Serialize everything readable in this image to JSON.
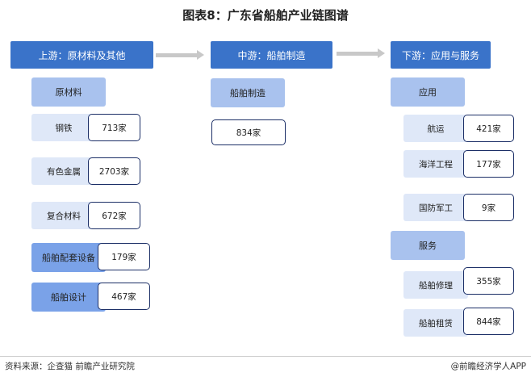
{
  "title": "图表8：广东省船舶产业链图谱",
  "upstream": {
    "header": "上游：原材料及其他",
    "groups": [
      {
        "label": "原材料"
      }
    ],
    "items": [
      {
        "label": "钢铁",
        "count": "713家"
      },
      {
        "label": "有色金属",
        "count": "2703家"
      },
      {
        "label": "复合材料",
        "count": "672家"
      },
      {
        "label": "船舶配套设备",
        "count": "179家"
      },
      {
        "label": "船舶设计",
        "count": "467家"
      }
    ]
  },
  "midstream": {
    "header": "中游：船舶制造",
    "group": "船舶制造",
    "count": "834家"
  },
  "downstream": {
    "header": "下游：应用与服务",
    "app_group": "应用",
    "app_items": [
      {
        "label": "航运",
        "count": "421家"
      },
      {
        "label": "海洋工程",
        "count": "177家"
      },
      {
        "label": "国防军工",
        "count": "9家"
      }
    ],
    "service_group": "服务",
    "service_items": [
      {
        "label": "船舶修理",
        "count": "355家"
      },
      {
        "label": "船舶租赁",
        "count": "844家"
      }
    ]
  },
  "footer": {
    "source": "资料来源：企查猫 前瞻产业研究院",
    "brand": "@前瞻经济学人APP"
  },
  "colors": {
    "header_bg": "#3a73c9",
    "sub_bg": "#a9c2ee",
    "label_bg": "#dfe8f8",
    "count_border": "#1b2e66",
    "arrow": "#c8c8c8"
  }
}
